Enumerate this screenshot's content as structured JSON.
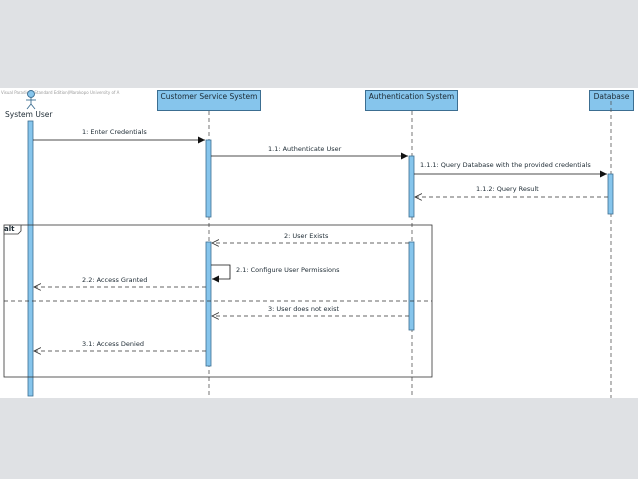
{
  "watermark": "Visual Paradigm Standard Edition(Marokopo University of A",
  "actor": {
    "name": "System User"
  },
  "lifelines": [
    {
      "id": "css",
      "label": "Customer Service System"
    },
    {
      "id": "auth",
      "label": "Authentication System"
    },
    {
      "id": "db",
      "label": "Database"
    }
  ],
  "alt_fragment": {
    "label": "alt"
  },
  "messages": [
    {
      "id": "m1",
      "label": "1: Enter Credentials",
      "from": "actor",
      "to": "css",
      "kind": "sync"
    },
    {
      "id": "m11",
      "label": "1.1: Authenticate User",
      "from": "css",
      "to": "auth",
      "kind": "sync"
    },
    {
      "id": "m111",
      "label": "1.1.1: Query Database with the provided credentials",
      "from": "auth",
      "to": "db",
      "kind": "sync"
    },
    {
      "id": "m112",
      "label": "1.1.2: Query Result",
      "from": "db",
      "to": "auth",
      "kind": "return"
    },
    {
      "id": "m2",
      "label": "2: User Exists",
      "from": "auth",
      "to": "css",
      "kind": "return"
    },
    {
      "id": "m21",
      "label": "2.1: Configure User Permissions",
      "from": "css",
      "to": "css",
      "kind": "self"
    },
    {
      "id": "m22",
      "label": "2.2: Access Granted",
      "from": "css",
      "to": "actor",
      "kind": "return"
    },
    {
      "id": "m3",
      "label": "3: User does not exist",
      "from": "auth",
      "to": "css",
      "kind": "return"
    },
    {
      "id": "m31",
      "label": "3.1: Access Denied",
      "from": "css",
      "to": "actor",
      "kind": "return"
    }
  ]
}
